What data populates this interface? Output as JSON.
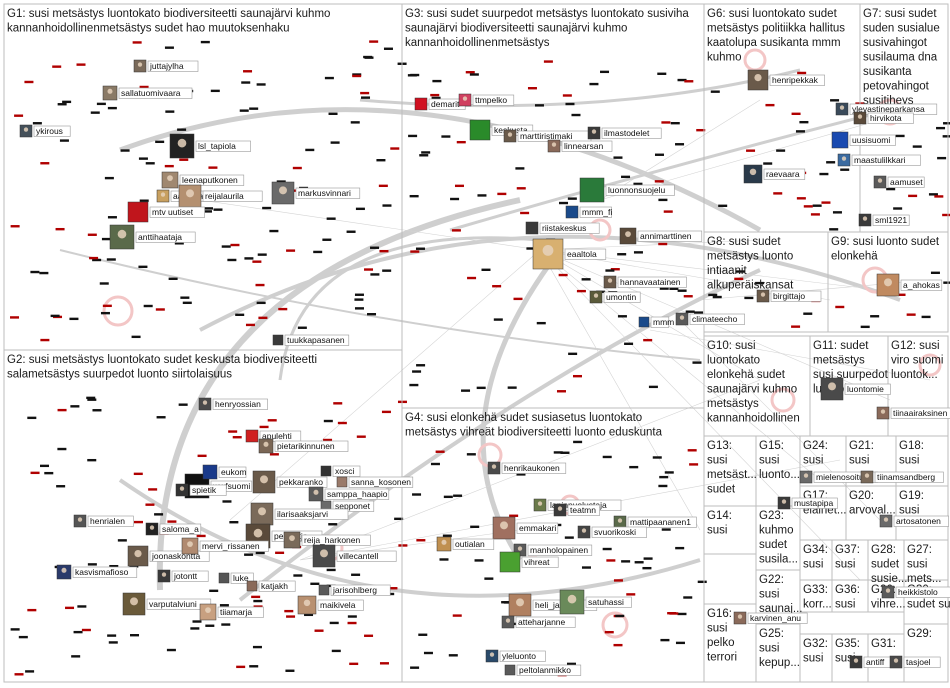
{
  "groups": [
    {
      "id": "G1",
      "title_lines": [
        "G1: susi metsästys luontokato biodiversiteetti saunajärvi kuhmo",
        "kannanhoidollinenmetsästys sudet hao muutoksenhaku"
      ]
    },
    {
      "id": "G2",
      "title_lines": [
        "G2: susi metsästys luontokato sudet keskusta biodiversiteetti",
        "salametsästys suurpedot luonto siirtolaisuus"
      ]
    },
    {
      "id": "G3",
      "title_lines": [
        "G3: susi sudet suurpedot metsästys luontokato susiviha",
        "saunajärvi biodiversiteetti saunajärvi kuhmo",
        "kannanhoidollinenmetsästys"
      ]
    },
    {
      "id": "G4",
      "title_lines": [
        "G4: susi elonkehä sudet susiasetus luontokato",
        "metsästys vihreät biodiversiteetti luonto eduskunta"
      ]
    },
    {
      "id": "G6",
      "title_lines": [
        "G6: susi luontokato sudet",
        "metsästys politiikka hallitus",
        "kaatolupa susikanta mmm",
        "kuhmo"
      ]
    },
    {
      "id": "G7",
      "title_lines": [
        "G7: susi sudet",
        "suden susialue",
        "susivahingot",
        "susilauma dna",
        "susikanta",
        "petovahingot",
        "susitiheys"
      ]
    },
    {
      "id": "G8",
      "title_lines": [
        "G8: susi sudet",
        "metsästys luonto",
        "intiaanit",
        "alkuperäiskansat"
      ]
    },
    {
      "id": "G9",
      "title_lines": [
        "G9: susi luonto sudet",
        "elonkehä"
      ]
    },
    {
      "id": "G10",
      "title_lines": [
        "G10: susi",
        "luontokato",
        "elonkehä sudet",
        "saunajärvi kuhmo",
        "metsästys",
        "kannanhoidollinen"
      ]
    },
    {
      "id": "G11",
      "title_lines": [
        "G11: sudet",
        "metsästys",
        "susi suurpedot",
        "luontokato"
      ]
    },
    {
      "id": "G12",
      "title_lines": [
        "G12: susi",
        "viro suomi",
        "luontok..."
      ]
    },
    {
      "id": "G13",
      "title_lines": [
        "G13:",
        "susi",
        "metsäst...",
        "sudet"
      ]
    },
    {
      "id": "G15",
      "title_lines": [
        "G15:",
        "susi",
        "luonto..."
      ]
    },
    {
      "id": "G24",
      "title_lines": [
        "G24:",
        "susi"
      ]
    },
    {
      "id": "G21",
      "title_lines": [
        "G21:",
        "susi"
      ]
    },
    {
      "id": "G18",
      "title_lines": [
        "G18:",
        "susi"
      ]
    },
    {
      "id": "G17",
      "title_lines": [
        "G17:",
        "elainet..."
      ]
    },
    {
      "id": "G20",
      "title_lines": [
        "G20:",
        "arvoval..."
      ]
    },
    {
      "id": "G19",
      "title_lines": [
        "G19:",
        "susi"
      ]
    },
    {
      "id": "G14",
      "title_lines": [
        "G14:",
        "susi"
      ]
    },
    {
      "id": "G23",
      "title_lines": [
        "G23:",
        "kuhmo",
        "sudet",
        "susila..."
      ]
    },
    {
      "id": "G34",
      "title_lines": [
        "G34:",
        "susi"
      ]
    },
    {
      "id": "G37",
      "title_lines": [
        "G37:",
        "susi"
      ]
    },
    {
      "id": "G28",
      "title_lines": [
        "G28:",
        "sudet",
        "susie..."
      ]
    },
    {
      "id": "G27",
      "title_lines": [
        "G27:",
        "susi",
        "mets..."
      ]
    },
    {
      "id": "G22",
      "title_lines": [
        "G22:",
        "susi",
        "saunaj..."
      ]
    },
    {
      "id": "G33",
      "title_lines": [
        "G33:",
        "korr..."
      ]
    },
    {
      "id": "G36",
      "title_lines": [
        "G36:",
        "susi"
      ]
    },
    {
      "id": "G26",
      "title_lines": [
        "G26:",
        "vihre..."
      ]
    },
    {
      "id": "G30",
      "title_lines": [
        "G30:",
        "sudet susi"
      ]
    },
    {
      "id": "G16",
      "title_lines": [
        "G16:",
        "susi",
        "pelko",
        "terrori"
      ]
    },
    {
      "id": "G25",
      "title_lines": [
        "G25:",
        "susi",
        "kepup..."
      ]
    },
    {
      "id": "G32",
      "title_lines": [
        "G32:",
        "susi"
      ]
    },
    {
      "id": "G35",
      "title_lines": [
        "G35:",
        "susi"
      ]
    },
    {
      "id": "G31",
      "title_lines": [
        "G31:"
      ]
    },
    {
      "id": "G29",
      "title_lines": [
        "G29:"
      ]
    }
  ],
  "nodes": [
    {
      "label": "juttajylha",
      "icon": "avatar-icon",
      "color": "#7a6a5a"
    },
    {
      "label": "sallatuomivaara",
      "icon": "avatar-icon",
      "color": "#8a7a66"
    },
    {
      "label": "ykirous",
      "icon": "avatar-icon",
      "color": "#44505a"
    },
    {
      "label": "lsl_tapiola",
      "icon": "avatar-icon",
      "color": "#222222"
    },
    {
      "label": "leenaputkonen",
      "icon": "avatar-icon",
      "color": "#a08870"
    },
    {
      "label": "markusvinnari",
      "icon": "avatar-icon",
      "color": "#6a6a6a"
    },
    {
      "label": "aaltotea",
      "icon": "avatar-icon",
      "color": "#c8a060"
    },
    {
      "label": "reijalaurila",
      "icon": "avatar-icon",
      "color": "#b49070"
    },
    {
      "label": "mtv uutiset",
      "icon": "logo-icon",
      "color": "#c0151c"
    },
    {
      "label": "anttihaataja",
      "icon": "avatar-icon",
      "color": "#5a6a4a"
    },
    {
      "label": "tuukkapasanen",
      "icon": "avatar-icon",
      "color": "#3a3a3a"
    },
    {
      "label": "henryossian",
      "icon": "avatar-icon",
      "color": "#4a4a4a"
    },
    {
      "label": "apulehti",
      "icon": "logo-icon",
      "color": "#d02020"
    },
    {
      "label": "pietarikinnunen",
      "icon": "avatar-icon",
      "color": "#7a6655"
    },
    {
      "label": "xosci",
      "icon": "avatar-icon",
      "color": "#333333"
    },
    {
      "label": "pekkaranko",
      "icon": "avatar-icon",
      "color": "#6a5a4a"
    },
    {
      "label": "sanna_kosonen",
      "icon": "avatar-icon",
      "color": "#9a7a6a"
    },
    {
      "label": "wwfsuomi",
      "icon": "logo-icon",
      "color": "#111111"
    },
    {
      "label": "samppa_haapio",
      "icon": "avatar-icon",
      "color": "#5a5a5a"
    },
    {
      "label": "sepponet",
      "icon": "avatar-icon",
      "color": "#6a6a6a"
    },
    {
      "label": "ilarisaaksjarvi",
      "icon": "avatar-icon",
      "color": "#7a6a5a"
    },
    {
      "label": "spietik",
      "icon": "avatar-icon",
      "color": "#333333"
    },
    {
      "label": "eukom",
      "icon": "logo-icon",
      "color": "#1a3a8a"
    },
    {
      "label": "henrialen",
      "icon": "avatar-icon",
      "color": "#555555"
    },
    {
      "label": "saloma_a",
      "icon": "avatar-icon",
      "color": "#222222"
    },
    {
      "label": "pellipetja",
      "icon": "avatar-icon",
      "color": "#5a4a3a"
    },
    {
      "label": "reija_harkonen",
      "icon": "avatar-icon",
      "color": "#7a6a5a"
    },
    {
      "label": "joonaskontta",
      "icon": "avatar-icon",
      "color": "#6a5a4a"
    },
    {
      "label": "mervi_rissanen",
      "icon": "avatar-icon",
      "color": "#b08a70"
    },
    {
      "label": "villecantell",
      "icon": "avatar-icon",
      "color": "#4a4a4a"
    },
    {
      "label": "kasvismafioso",
      "icon": "avatar-icon",
      "color": "#2a3a6a"
    },
    {
      "label": "jotontt",
      "icon": "avatar-icon",
      "color": "#3a3a3a"
    },
    {
      "label": "luke",
      "icon": "avatar-icon",
      "color": "#555555"
    },
    {
      "label": "katjakh",
      "icon": "avatar-icon",
      "color": "#8a6a5a"
    },
    {
      "label": "jarisohlberg",
      "icon": "avatar-icon",
      "color": "#5a5a5a"
    },
    {
      "label": "varputalviuni",
      "icon": "avatar-icon",
      "color": "#6a5a3a"
    },
    {
      "label": "maikivela",
      "icon": "avatar-icon",
      "color": "#b89070"
    },
    {
      "label": "tiiamarja",
      "icon": "avatar-icon",
      "color": "#c8a080"
    },
    {
      "label": "demarit",
      "icon": "logo-icon",
      "color": "#d01020"
    },
    {
      "label": "ttmpelko",
      "icon": "avatar-icon",
      "color": "#d04060"
    },
    {
      "label": "keskusta",
      "icon": "logo-icon",
      "color": "#2a8a2a"
    },
    {
      "label": "marttiristimaki",
      "icon": "avatar-icon",
      "color": "#6a5a4a"
    },
    {
      "label": "linnearsan",
      "icon": "avatar-icon",
      "color": "#8a6a5a"
    },
    {
      "label": "ilmastodelet",
      "icon": "avatar-icon",
      "color": "#3a3a3a"
    },
    {
      "label": "luonnonsuojelu",
      "icon": "logo-icon",
      "color": "#2a7a3a"
    },
    {
      "label": "mmm_fi",
      "icon": "logo-icon",
      "color": "#1a4a8a"
    },
    {
      "label": "riistakeskus",
      "icon": "logo-icon",
      "color": "#3a3a3a"
    },
    {
      "label": "annimarttinen",
      "icon": "avatar-icon",
      "color": "#5a4a3a"
    },
    {
      "label": "eaaltola",
      "icon": "avatar-icon",
      "color": "#d8b070"
    },
    {
      "label": "hannavaatainen",
      "icon": "avatar-icon",
      "color": "#6a5a4a"
    },
    {
      "label": "umontin",
      "icon": "avatar-icon",
      "color": "#5a5a3a"
    },
    {
      "label": "mmm",
      "icon": "logo-icon",
      "color": "#1a4a8a"
    },
    {
      "label": "henrikaukonen",
      "icon": "avatar-icon",
      "color": "#4a4a4a"
    },
    {
      "label": "lapinpuolustaja",
      "icon": "avatar-icon",
      "color": "#6a7a4a"
    },
    {
      "label": "teatmn",
      "icon": "avatar-icon",
      "color": "#3a3a3a"
    },
    {
      "label": "emmakari",
      "icon": "avatar-icon",
      "color": "#a07060"
    },
    {
      "label": "mattipaananen1",
      "icon": "avatar-icon",
      "color": "#5a6a4a"
    },
    {
      "label": "svuorikoski",
      "icon": "avatar-icon",
      "color": "#444444"
    },
    {
      "label": "outialan",
      "icon": "avatar-icon",
      "color": "#c09050"
    },
    {
      "label": "manholopainen",
      "icon": "avatar-icon",
      "color": "#5a5a5a"
    },
    {
      "label": "vihreat",
      "icon": "logo-icon",
      "color": "#4aa030"
    },
    {
      "label": "heli_jarvinen",
      "icon": "avatar-icon",
      "color": "#b08060"
    },
    {
      "label": "satuhassi",
      "icon": "avatar-icon",
      "color": "#6a8a5a"
    },
    {
      "label": "atteharjanne",
      "icon": "avatar-icon",
      "color": "#5a5a5a"
    },
    {
      "label": "yleluonto",
      "icon": "avatar-icon",
      "color": "#2a4a6a"
    },
    {
      "label": "peltolanmikko",
      "icon": "avatar-icon",
      "color": "#5a5a5a"
    },
    {
      "label": "henripekkak",
      "icon": "avatar-icon",
      "color": "#6a5a4a"
    },
    {
      "label": "raevaara",
      "icon": "avatar-icon",
      "color": "#2a3a4a"
    },
    {
      "label": "ylevastineparkansa",
      "icon": "avatar-icon",
      "color": "#3a4a5a"
    },
    {
      "label": "hirvikota",
      "icon": "avatar-icon",
      "color": "#5a4a3a"
    },
    {
      "label": "uusisuomi",
      "icon": "logo-icon",
      "color": "#1a4ab0"
    },
    {
      "label": "maastulilkkari",
      "icon": "avatar-icon",
      "color": "#3a6aa0"
    },
    {
      "label": "aamuset",
      "icon": "avatar-icon",
      "color": "#5a5a5a"
    },
    {
      "label": "sml1921",
      "icon": "avatar-icon",
      "color": "#3a3a3a"
    },
    {
      "label": "a_ahokas",
      "icon": "avatar-icon",
      "color": "#c08a60"
    },
    {
      "label": "birgittajo",
      "icon": "avatar-icon",
      "color": "#6a5a4a"
    },
    {
      "label": "climateecho",
      "icon": "avatar-icon",
      "color": "#5a5a5a"
    },
    {
      "label": "luontomie",
      "icon": "avatar-icon",
      "color": "#4a4a4a"
    },
    {
      "label": "tiinaairaksinen",
      "icon": "avatar-icon",
      "color": "#8a6a5a"
    },
    {
      "label": "mielenosoitus",
      "icon": "avatar-icon",
      "color": "#6a6a6a"
    },
    {
      "label": "tiinamsandberg",
      "icon": "avatar-icon",
      "color": "#7a6a5a"
    },
    {
      "label": "mustapipa",
      "icon": "avatar-icon",
      "color": "#3a3a3a"
    },
    {
      "label": "artosatonen",
      "icon": "avatar-icon",
      "color": "#6a6a6a"
    },
    {
      "label": "heikkistolo",
      "icon": "avatar-icon",
      "color": "#5a5a5a"
    },
    {
      "label": "karvinen_anu",
      "icon": "avatar-icon",
      "color": "#8a6a5a"
    },
    {
      "label": "antiff",
      "icon": "avatar-icon",
      "color": "#3a3a3a"
    },
    {
      "label": "tasjoel",
      "icon": "avatar-icon",
      "color": "#4a4a4a"
    }
  ]
}
